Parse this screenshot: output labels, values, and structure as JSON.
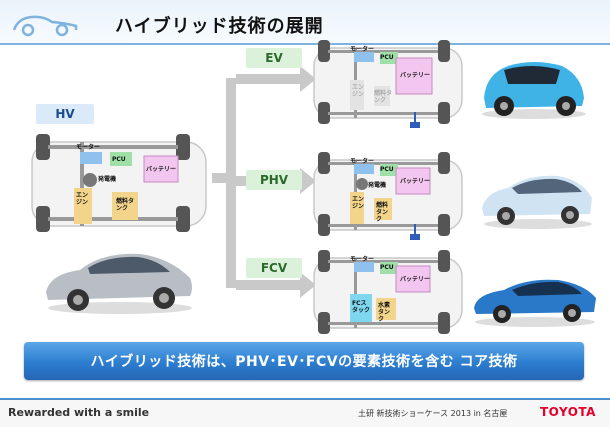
{
  "header": {
    "title": "ハイブリッド技術の展開",
    "accent_color": "#7fb2de"
  },
  "labels": {
    "hv": "HV",
    "ev": "EV",
    "phv": "PHV",
    "fcv": "FCV"
  },
  "components": {
    "motor": "モーター",
    "pcu": "PCU",
    "battery": "バッテリー",
    "generator": "発電機",
    "engine": "エンジン",
    "fuel_tank": "燃料タンク",
    "fc_stack": "FCスタック",
    "hydrogen_tank": "水素タンク"
  },
  "banner": {
    "text": "ハイブリッド技術は、PHV･EV･FCVの要素技術を含む コア技術"
  },
  "footer": {
    "tagline": "Rewarded with a smile",
    "event": "土研 新技術ショーケース 2013 in 名古屋",
    "brand": "TOYOTA",
    "brand_color": "#e4002b"
  },
  "icons": [
    "car-outline-logo",
    "arrow-right-icon",
    "plug-icon"
  ]
}
